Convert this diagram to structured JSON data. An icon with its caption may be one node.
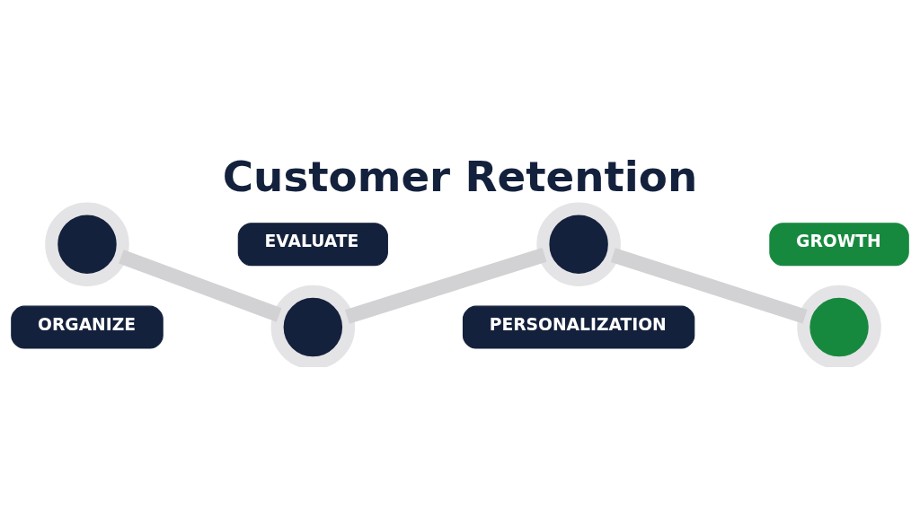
{
  "diagram": {
    "title": "Customer Retention",
    "nodes": [
      {
        "text": [],
        "shape": "circle"
      },
      {
        "text": [
          "ORGANIZE"
        ]
      },
      {
        "text": [],
        "shape": "circle"
      },
      {
        "text": [
          "EVALUATE"
        ]
      },
      {
        "text": [],
        "shape": "circle"
      },
      {
        "text": [
          "PERSONALIZATION"
        ]
      },
      {
        "text": [],
        "shape": "circle"
      },
      {
        "text": [
          "GROWTH"
        ]
      }
    ],
    "edges": [
      {
        "from": 0,
        "to": 2,
        "arrow": "none"
      },
      {
        "from": 2,
        "to": 4,
        "arrow": "none"
      },
      {
        "from": 4,
        "to": 6,
        "arrow": "none"
      }
    ]
  }
}
